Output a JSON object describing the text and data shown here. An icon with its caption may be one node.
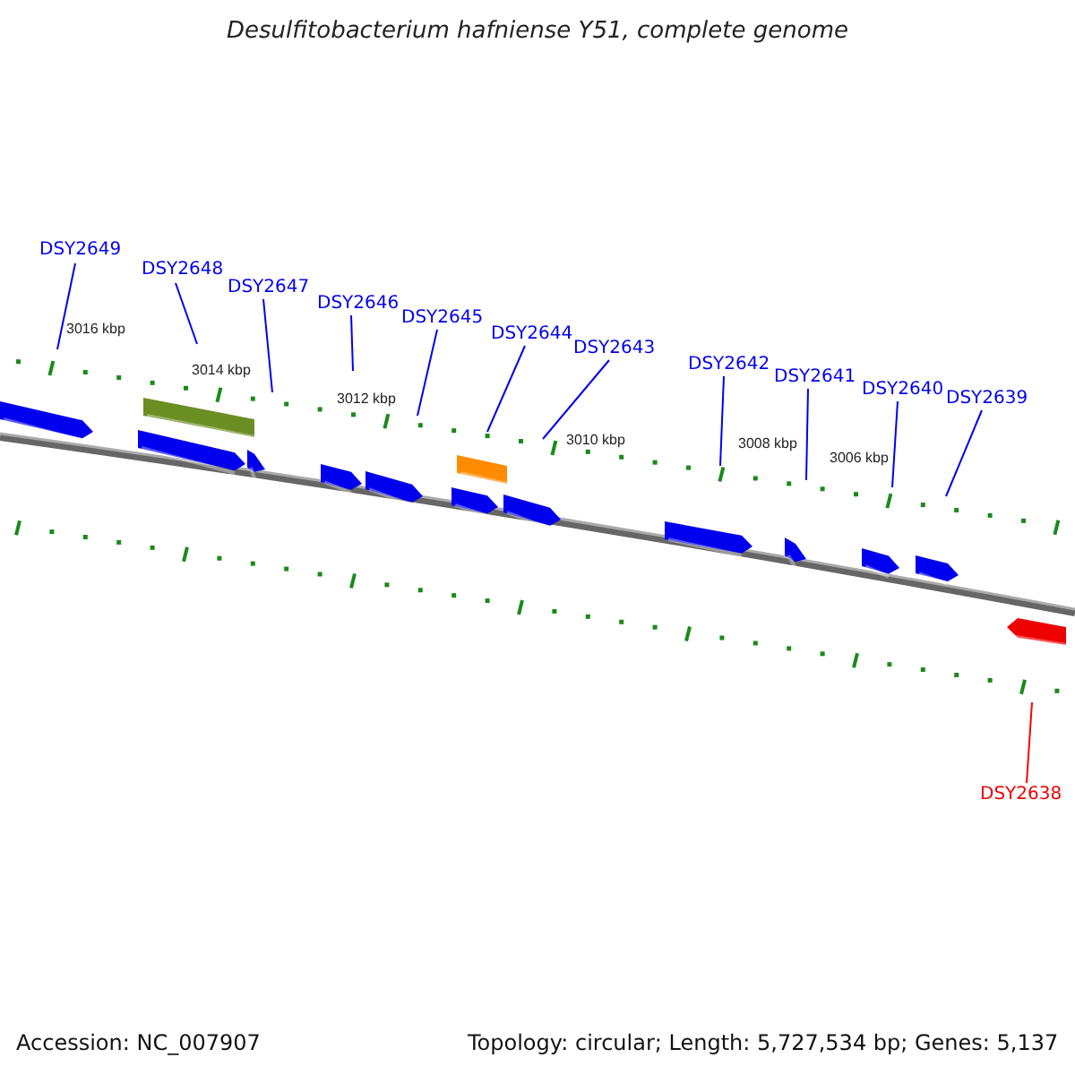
{
  "diagram": {
    "title": "Desulfitobacterium hafniense Y51, complete genome",
    "nodes": [
      {
        "text": [
          "DSY2649"
        ]
      },
      {
        "text": [
          "DSY2648"
        ]
      },
      {
        "text": [
          "DSY2647"
        ]
      },
      {
        "text": [
          "DSY2646"
        ]
      },
      {
        "text": [
          "DSY2645"
        ]
      },
      {
        "text": [
          "DSY2644"
        ]
      },
      {
        "text": [
          "DSY2643"
        ]
      },
      {
        "text": [
          "DSY2642"
        ]
      },
      {
        "text": [
          "DSY2641"
        ]
      },
      {
        "text": [
          "DSY2640"
        ]
      },
      {
        "text": [
          "DSY2639"
        ]
      },
      {
        "text": [
          "DSY2638"
        ]
      }
    ],
    "edges": [
      {
        "from": 0,
        "to": null,
        "arrow": "none"
      },
      {
        "from": 1,
        "to": null,
        "arrow": "none"
      },
      {
        "from": 2,
        "to": null,
        "arrow": "none"
      },
      {
        "from": 3,
        "to": null,
        "arrow": "none"
      },
      {
        "from": 4,
        "to": null,
        "arrow": "none"
      },
      {
        "from": 5,
        "to": null,
        "arrow": "none"
      },
      {
        "from": 6,
        "to": null,
        "arrow": "none"
      },
      {
        "from": 7,
        "to": null,
        "arrow": "none"
      },
      {
        "from": 8,
        "to": null,
        "arrow": "none"
      },
      {
        "from": 9,
        "to": null,
        "arrow": "none"
      },
      {
        "from": 10,
        "to": null,
        "arrow": "none"
      },
      {
        "from": 11,
        "to": null,
        "arrow": "none",
        "color": "#ff0000"
      }
    ],
    "labels": [
      "3016 kbp",
      "3014 kbp",
      "3012 kbp",
      "3010 kbp",
      "3008 kbp",
      "3006 kbp",
      "Accession: NC_007907",
      "Topology: circular; Length: 5,727,534 bp; Genes: 5,137"
    ]
  }
}
